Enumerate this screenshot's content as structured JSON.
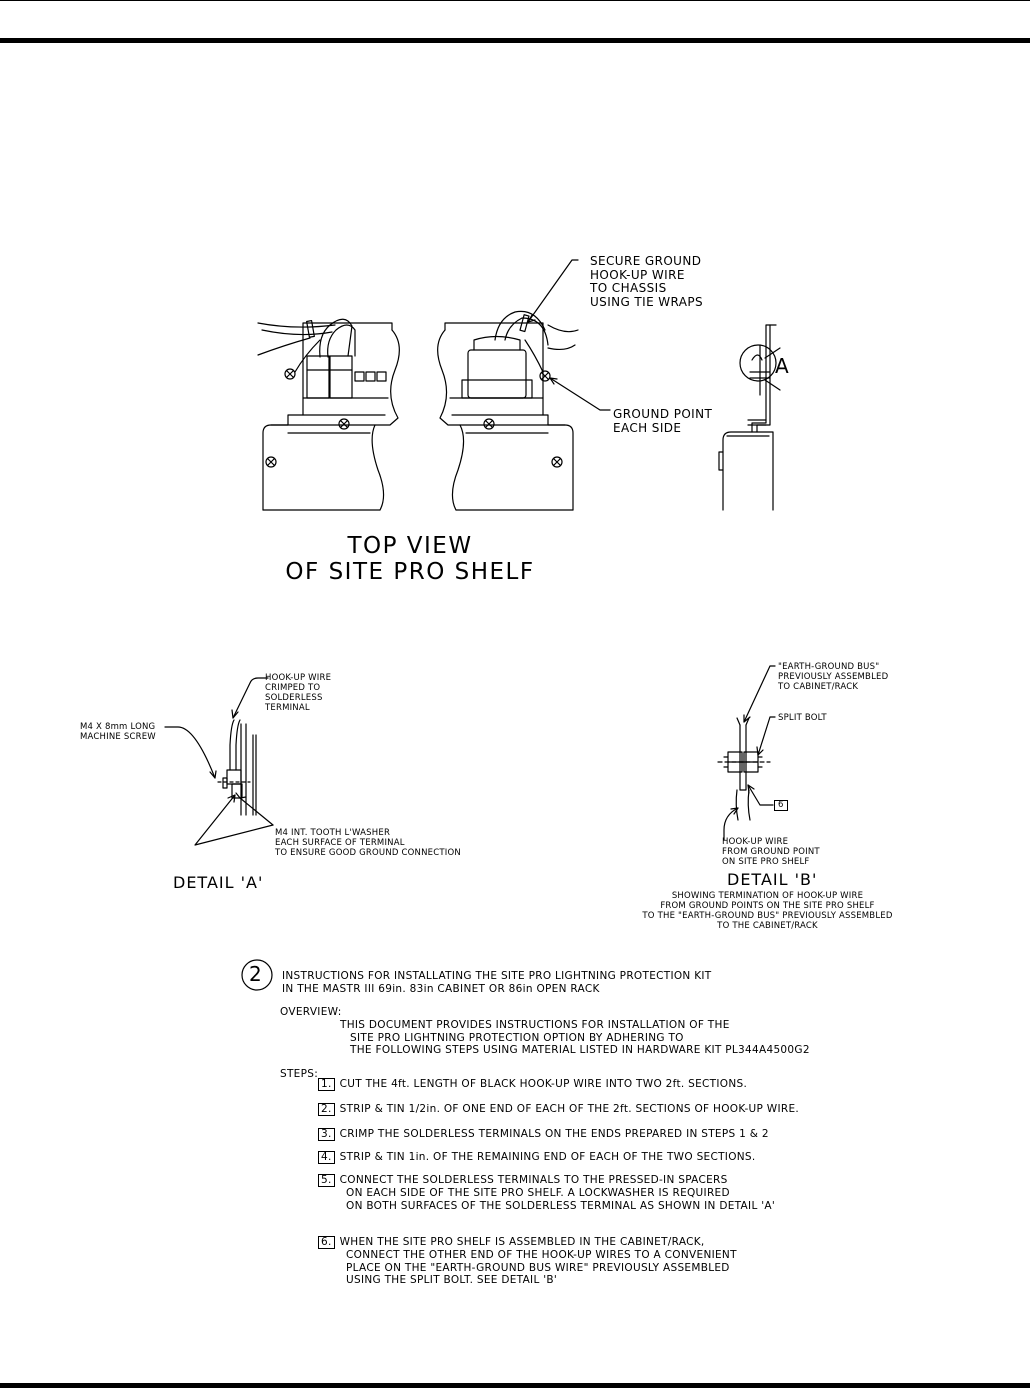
{
  "top_view": {
    "callout_secure": [
      "SECURE GROUND",
      "HOOK-UP WIRE",
      "TO CHASSIS",
      "USING TIE WRAPS"
    ],
    "callout_ground": [
      "GROUND POINT",
      "EACH SIDE"
    ],
    "detail_letter": "A",
    "title": [
      "TOP VIEW",
      "OF SITE PRO SHELF"
    ]
  },
  "detail_a": {
    "hookup_label": [
      "HOOK-UP WIRE",
      "CRIMPED TO",
      "SOLDERLESS",
      "TERMINAL"
    ],
    "screw_label": [
      "M4 X 8mm LONG",
      "MACHINE SCREW"
    ],
    "washer_label": [
      "M4 INT. TOOTH L'WASHER",
      "EACH SURFACE OF TERMINAL",
      "TO ENSURE GOOD GROUND CONNECTION"
    ],
    "title": "DETAIL 'A'"
  },
  "detail_b": {
    "bus_label": [
      "\"EARTH-GROUND BUS\"",
      "PREVIOUSLY ASSEMBLED",
      "TO CABINET/RACK"
    ],
    "bolt_label": "SPLIT BOLT",
    "step_ref": "6",
    "hookup_label": [
      "HOOK-UP WIRE",
      "FROM GROUND POINT",
      "ON SITE PRO SHELF"
    ],
    "title": "DETAIL 'B'",
    "caption": [
      "SHOWING TERMINATION OF HOOK-UP WIRE",
      "FROM GROUND POINTS ON THE SITE PRO SHELF",
      "TO THE \"EARTH-GROUND BUS\" PREVIOUSLY ASSEMBLED",
      "TO THE CABINET/RACK"
    ]
  },
  "instructions": {
    "number": "2",
    "heading": [
      "INSTRUCTIONS FOR INSTALLATING THE SITE PRO LIGHTNING PROTECTION KIT",
      "IN THE MASTR III 69in. 83in CABINET OR 86in OPEN RACK"
    ],
    "overview_label": "OVERVIEW:",
    "overview_text": [
      "THIS DOCUMENT PROVIDES INSTRUCTIONS FOR INSTALLATION OF THE",
      "SITE PRO LIGHTNING PROTECTION OPTION BY ADHERING TO",
      "THE FOLLOWING STEPS USING MATERIAL LISTED IN HARDWARE KIT PL344A4500G2"
    ],
    "steps_label": "STEPS:",
    "steps": [
      {
        "num": "1.",
        "lines": [
          "CUT THE 4ft. LENGTH OF BLACK HOOK-UP WIRE INTO TWO 2ft. SECTIONS."
        ]
      },
      {
        "num": "2.",
        "lines": [
          "STRIP & TIN 1/2in. OF ONE END OF EACH OF THE 2ft. SECTIONS OF HOOK-UP WIRE."
        ]
      },
      {
        "num": "3.",
        "lines": [
          "CRIMP THE SOLDERLESS TERMINALS ON THE ENDS PREPARED IN STEPS 1 & 2"
        ]
      },
      {
        "num": "4.",
        "lines": [
          "STRIP & TIN 1in. OF THE REMAINING END OF EACH OF THE TWO SECTIONS."
        ]
      },
      {
        "num": "5.",
        "lines": [
          "CONNECT THE SOLDERLESS TERMINALS TO THE PRESSED-IN SPACERS",
          "ON EACH SIDE OF THE SITE PRO SHELF. A LOCKWASHER IS REQUIRED",
          "ON BOTH SURFACES OF THE SOLDERLESS TERMINAL AS SHOWN IN DETAIL 'A'"
        ]
      },
      {
        "num": "6.",
        "lines": [
          "WHEN THE SITE PRO SHELF IS ASSEMBLED IN THE CABINET/RACK,",
          "CONNECT THE OTHER END OF THE HOOK-UP WIRES TO A CONVENIENT",
          "PLACE ON THE \"EARTH-GROUND BUS WIRE\" PREVIOUSLY ASSEMBLED",
          "USING THE SPLIT BOLT. SEE DETAIL 'B'"
        ]
      }
    ]
  }
}
